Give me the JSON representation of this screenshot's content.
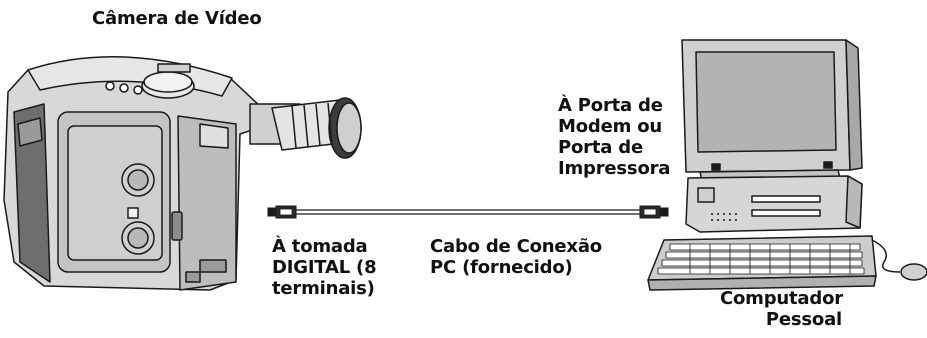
{
  "labels": {
    "camera": "Câmera de Vídeo",
    "port": "À Porta de\nModem ou\nPorta de\nImpressora",
    "jack": "À tomada\nDIGITAL (8\nterminais)",
    "cable": "Cabo de Conexão\nPC (fornecido)",
    "computer": "Computador\nPessoal"
  },
  "colors": {
    "ink": "#1a1a1a",
    "body_gray": "#d8d8d8",
    "panel_gray": "#c4c4c4",
    "dark_gray": "#6e6e6e",
    "screen_gray": "#b3b3b3"
  },
  "icons": {
    "camera": "video-camera-icon",
    "computer": "desktop-computer-icon",
    "keyboard": "keyboard-icon",
    "mouse": "mouse-icon",
    "cable": "connection-cable"
  }
}
